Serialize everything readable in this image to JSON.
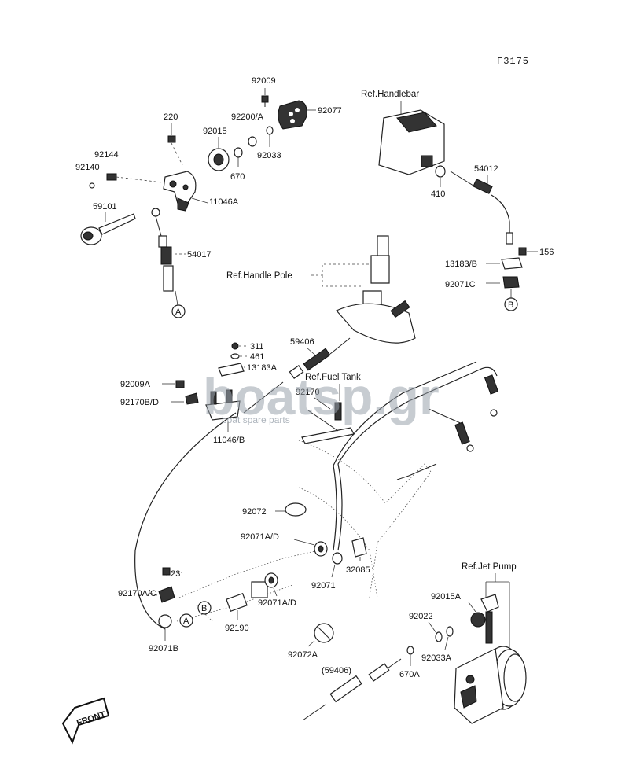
{
  "figure_code": "F3175",
  "refs": {
    "handlebar": "Ref.Handlebar",
    "handle_pole": "Ref.Handle Pole",
    "fuel_tank": "Ref.Fuel Tank",
    "jet_pump": "Ref.Jet Pump"
  },
  "parts": {
    "p92009": "92009",
    "p92077": "92077",
    "p92200A": "92200/A",
    "p220": "220",
    "p92015": "92015",
    "p92033": "92033",
    "p670": "670",
    "p92144": "92144",
    "p92140": "92140",
    "p11046A": "11046A",
    "p59101": "59101",
    "p54017": "54017",
    "p54012": "54012",
    "p410": "410",
    "p156": "156",
    "p13183B": "13183/B",
    "p92071C": "92071C",
    "p311": "311",
    "p461": "461",
    "p13183A": "13183A",
    "p59406": "59406",
    "p92009A": "92009A",
    "p92170BD": "92170B/D",
    "p92170": "92170",
    "p11046B": "11046/B",
    "p92072": "92072",
    "p92071AD_1": "92071A/D",
    "p32085": "32085",
    "p92071": "92071",
    "p92071AD_2": "92071A/D",
    "p223": "223",
    "p92170AC": "92170A/C",
    "p92071B": "92071B",
    "p92190": "92190",
    "p92072A": "92072A",
    "p92015A": "92015A",
    "p92022": "92022",
    "p92033A": "92033A",
    "p670A": "670A",
    "p59406_ref": "(59406)"
  },
  "markers": {
    "a": "A",
    "b": "B"
  },
  "front_label": "FRONT",
  "watermark": {
    "brand": "boatsp.gr",
    "tagline": "boat spare parts"
  }
}
